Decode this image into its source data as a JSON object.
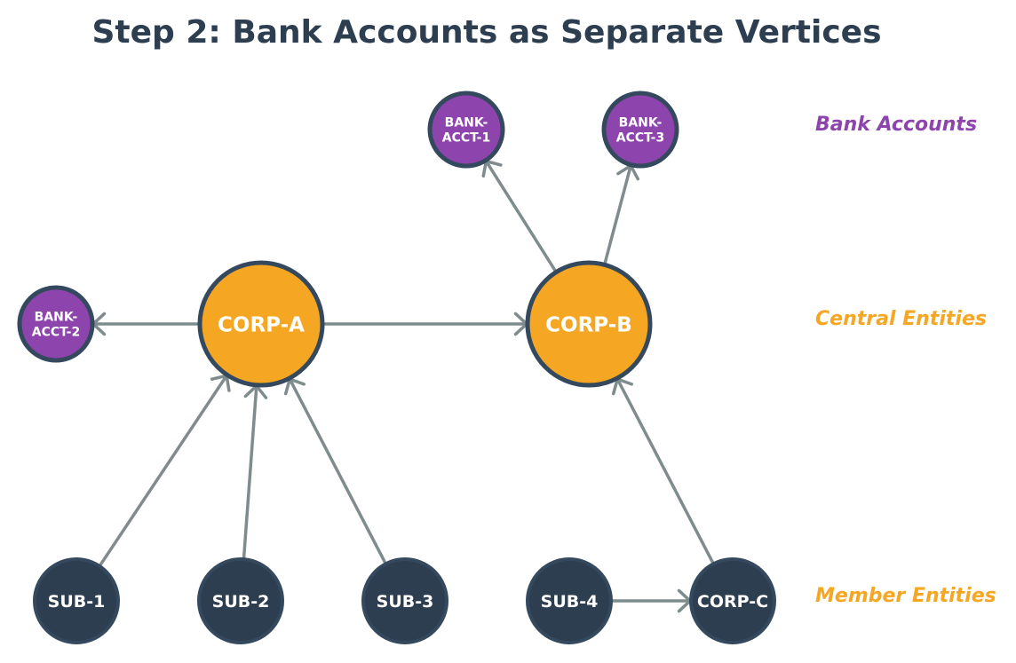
{
  "title": "Step 2: Bank Accounts as Separate Vertices",
  "colors": {
    "bank": "#8e44ad",
    "central": "#f5a623",
    "member": "#2c3e50",
    "edge": "#7f8c8d",
    "stroke": "#34495e"
  },
  "legend": {
    "bank": "Bank Accounts",
    "central": "Central Entities",
    "member": "Member Entities"
  },
  "nodes": [
    {
      "id": "bank1",
      "label": [
        "BANK-",
        "ACCT-1"
      ],
      "kind": "bank"
    },
    {
      "id": "bank3",
      "label": [
        "BANK-",
        "ACCT-3"
      ],
      "kind": "bank"
    },
    {
      "id": "bank2",
      "label": [
        "BANK-",
        "ACCT-2"
      ],
      "kind": "bank"
    },
    {
      "id": "corpA",
      "label": [
        "CORP-A"
      ],
      "kind": "central"
    },
    {
      "id": "corpB",
      "label": [
        "CORP-B"
      ],
      "kind": "central"
    },
    {
      "id": "sub1",
      "label": [
        "SUB-1"
      ],
      "kind": "member"
    },
    {
      "id": "sub2",
      "label": [
        "SUB-2"
      ],
      "kind": "member"
    },
    {
      "id": "sub3",
      "label": [
        "SUB-3"
      ],
      "kind": "member"
    },
    {
      "id": "sub4",
      "label": [
        "SUB-4"
      ],
      "kind": "member"
    },
    {
      "id": "corpC",
      "label": [
        "CORP-C"
      ],
      "kind": "member"
    }
  ],
  "edges": [
    {
      "from": "corpA",
      "to": "bank2"
    },
    {
      "from": "corpA",
      "to": "corpB"
    },
    {
      "from": "corpB",
      "to": "bank1"
    },
    {
      "from": "corpB",
      "to": "bank3"
    },
    {
      "from": "sub1",
      "to": "corpA"
    },
    {
      "from": "sub2",
      "to": "corpA"
    },
    {
      "from": "sub3",
      "to": "corpA"
    },
    {
      "from": "sub4",
      "to": "corpC"
    },
    {
      "from": "corpC",
      "to": "corpB"
    }
  ]
}
